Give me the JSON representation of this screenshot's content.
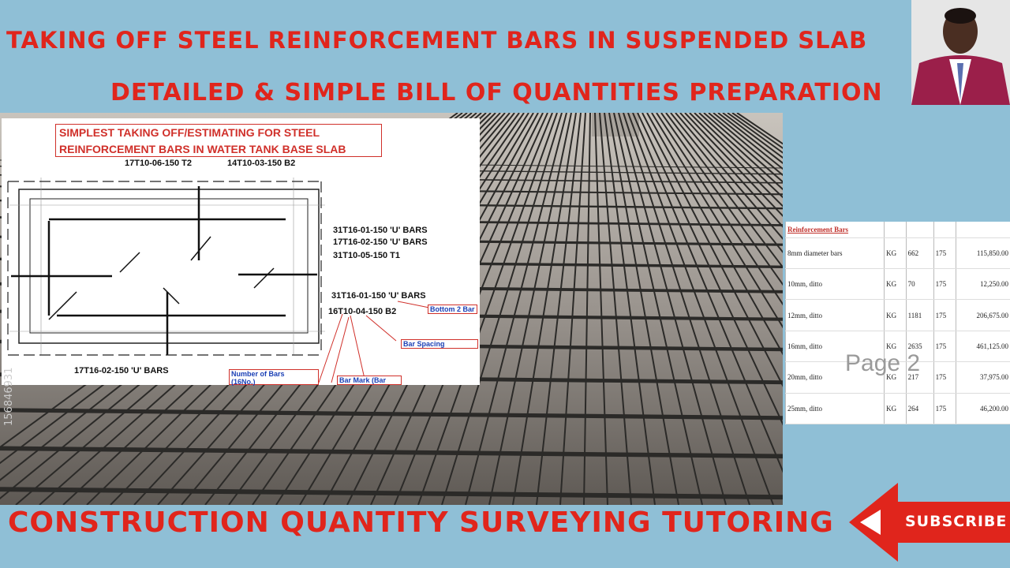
{
  "titles": {
    "line1": "TAKING OFF STEEL REINFORCEMENT BARS IN SUSPENDED SLAB",
    "line2": "DETAILED & SIMPLE BILL OF QUANTITIES PREPARATION",
    "line3": "CONSTRUCTION QUANTITY SURVEYING TUTORING"
  },
  "diagram": {
    "heading_line1": "SIMPLEST TAKING OFF/ESTIMATING FOR STEEL",
    "heading_line2": "REINFORCEMENT BARS IN WATER TANK BASE SLAB",
    "bar_labels": [
      "17T10-06-150 T2",
      "14T10-03-150 B2",
      "31T16-01-150 'U' BARS",
      "17T16-02-150 'U' BARS",
      "31T10-05-150 T1",
      "31T16-01-150 'U' BARS",
      "16T10-04-150 B2",
      "17T16-02-150 'U' BARS"
    ],
    "notes": {
      "bottom": "Bottom 2 Bar",
      "spacing": "Bar Spacing",
      "number": "Number of Bars",
      "number_sub": "(16No.)",
      "mark": "Bar Mark (Bar"
    }
  },
  "boq": {
    "header": "Reinforcement Bars",
    "rows": [
      {
        "desc": "8mm diameter bars",
        "unit": "KG",
        "qty": "662",
        "rate": "175",
        "amount": "115,850.00"
      },
      {
        "desc": "10mm, ditto",
        "unit": "KG",
        "qty": "70",
        "rate": "175",
        "amount": "12,250.00"
      },
      {
        "desc": "12mm, ditto",
        "unit": "KG",
        "qty": "1181",
        "rate": "175",
        "amount": "206,675.00"
      },
      {
        "desc": "16mm, ditto",
        "unit": "KG",
        "qty": "2635",
        "rate": "175",
        "amount": "461,125.00"
      },
      {
        "desc": "20mm, ditto",
        "unit": "KG",
        "qty": "217",
        "rate": "175",
        "amount": "37,975.00"
      },
      {
        "desc": "25mm, ditto",
        "unit": "KG",
        "qty": "264",
        "rate": "175",
        "amount": "46,200.00"
      }
    ],
    "page_label": "Page 2"
  },
  "subscribe": {
    "label": "SUBSCRIBE",
    "color": "#e0251c"
  },
  "watermark": "156846931",
  "colors": {
    "title_red": "#e0251c",
    "background": "#8fbfd6"
  }
}
